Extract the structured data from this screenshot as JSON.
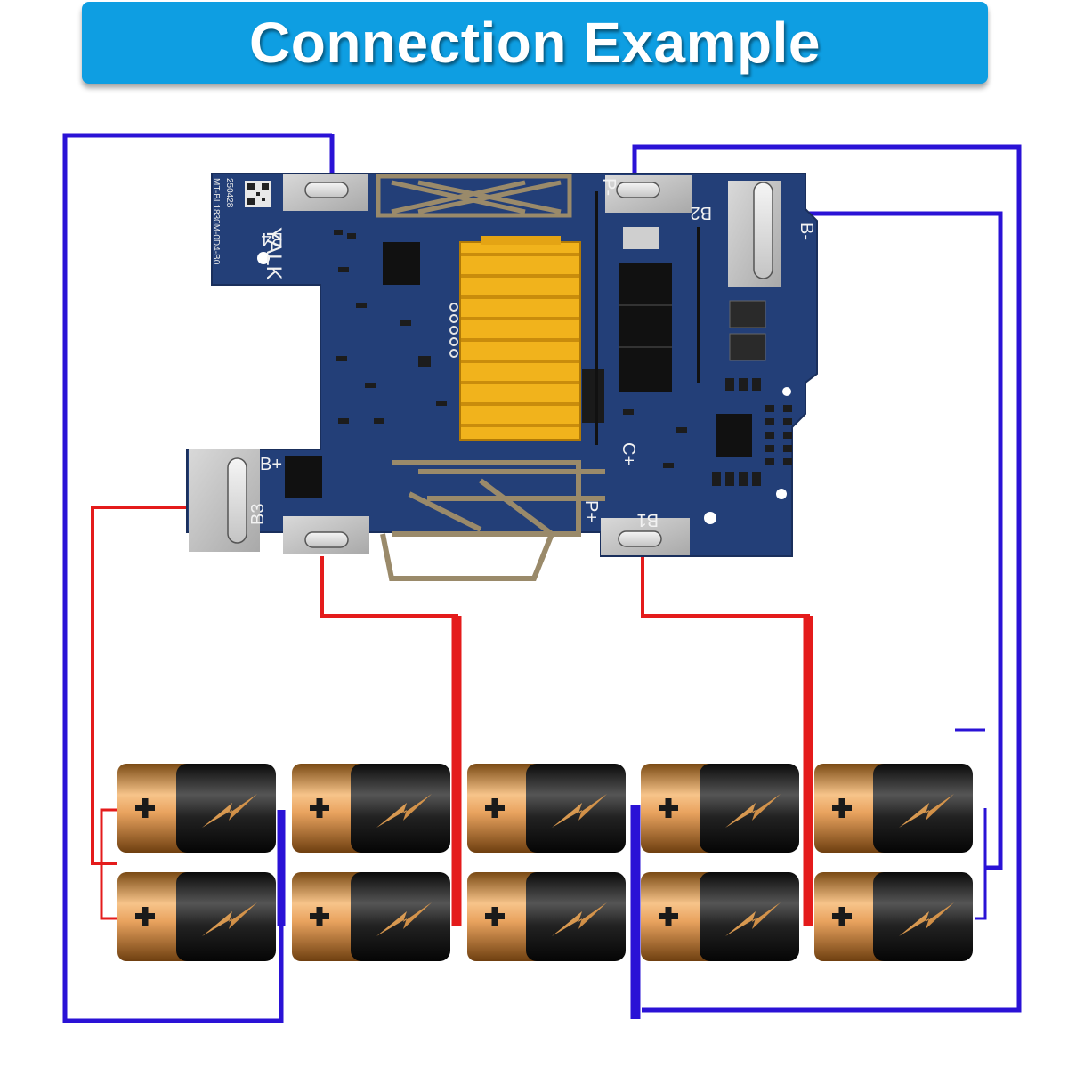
{
  "title": "Connection Example",
  "board": {
    "part_number": "MT-BL1830M-0D4-B0",
    "date_code": "250428",
    "brand": "YALK",
    "pads": {
      "b4": "B4",
      "b3": "B3",
      "b2": "B2",
      "b1": "B1",
      "b_plus": "B+",
      "b_minus": "B-",
      "p_minus": "P-",
      "p_plus": "P+",
      "c_plus": "C+"
    }
  },
  "colors": {
    "banner": "#0e9ee2",
    "positive_wire": "#e41b1b",
    "negative_wire": "#2a12d6",
    "pcb": "#233f78",
    "connector": "#f1b31c"
  },
  "battery_rows": 2,
  "battery_columns": 5,
  "icons": [
    "plus-icon",
    "lightning-bolt-icon"
  ]
}
